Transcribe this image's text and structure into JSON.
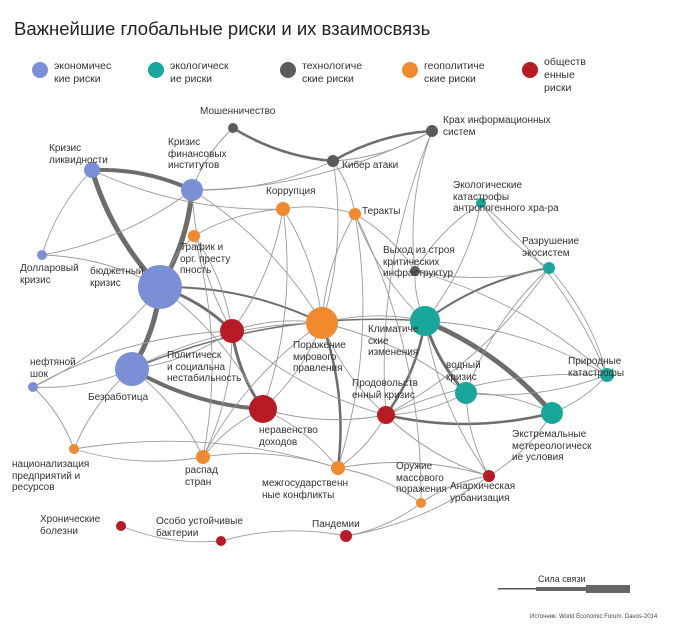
{
  "title": "Важнейшие глобальные риски и их взаимосвязь",
  "legend": [
    {
      "label": "экономичес\nкие риски",
      "color": "#7b8fd6"
    },
    {
      "label": "экологическ\nие риски",
      "color": "#1aa79b"
    },
    {
      "label": "технологиче\nские риски",
      "color": "#5b5b5b"
    },
    {
      "label": "геополитиче\nские риски",
      "color": "#f08a2c"
    },
    {
      "label": "обществ\nенные\nриски",
      "color": "#b71c25"
    }
  ],
  "nodes": [
    {
      "id": "liquidity",
      "label": "Кризис\nликвидности",
      "category": "economic",
      "size": 8
    },
    {
      "id": "finance",
      "label": "Кризис\nфинансовых\nинститутов",
      "category": "economic",
      "size": 11
    },
    {
      "id": "dollar",
      "label": "Долларовый\nкризис",
      "category": "economic",
      "size": 5
    },
    {
      "id": "budget",
      "label": "бюджетный\nкризис",
      "category": "economic",
      "size": 22
    },
    {
      "id": "oil",
      "label": "нефтяной\nшок",
      "category": "economic",
      "size": 5
    },
    {
      "id": "unemployment",
      "label": "Безработица",
      "category": "economic",
      "size": 17
    },
    {
      "id": "fraud",
      "label": "Мошенничество",
      "category": "technological",
      "size": 5
    },
    {
      "id": "infosys",
      "label": "Крах информационных\nсистем",
      "category": "technological",
      "size": 6
    },
    {
      "id": "cyber",
      "label": "Кибер атаки",
      "category": "technological",
      "size": 6
    },
    {
      "id": "infra",
      "label": "Выход из строя\nкритических\nинфраструктур",
      "category": "technological",
      "size": 5
    },
    {
      "id": "corruption",
      "label": "Коррупция",
      "category": "geopolitical",
      "size": 7
    },
    {
      "id": "terror",
      "label": "Теракты",
      "category": "geopolitical",
      "size": 6
    },
    {
      "id": "trafficking",
      "label": "Трафик и\nорг. престу\nпность",
      "category": "geopolitical",
      "size": 6
    },
    {
      "id": "governance",
      "label": "Поражение\nмирового\nправления",
      "category": "geopolitical",
      "size": 16
    },
    {
      "id": "nationalization",
      "label": "национализация\nпредприятий и\nресурсов",
      "category": "geopolitical",
      "size": 5
    },
    {
      "id": "statefail",
      "label": "распад\nстран",
      "category": "geopolitical",
      "size": 7
    },
    {
      "id": "interstate",
      "label": "межгосударственн\nные конфликты",
      "category": "geopolitical",
      "size": 7
    },
    {
      "id": "wmd",
      "label": "Оружие\nмассового\nпоражения",
      "category": "geopolitical",
      "size": 5
    },
    {
      "id": "political",
      "label": "Политическ\nи социальна\nнестабильность",
      "category": "societal",
      "size": 12
    },
    {
      "id": "inequality",
      "label": "неравенство\nдоходов",
      "category": "societal",
      "size": 14
    },
    {
      "id": "food",
      "label": "Продовольств\nенный кризис",
      "category": "societal",
      "size": 9
    },
    {
      "id": "urban",
      "label": "Анархическая\nурбанизация",
      "category": "societal",
      "size": 6
    },
    {
      "id": "chronic",
      "label": "Хронические\nболезни",
      "category": "societal",
      "size": 5
    },
    {
      "id": "resistant",
      "label": "Особо устойчивые\nбактерии",
      "category": "societal",
      "size": 5
    },
    {
      "id": "pandemic",
      "label": "Пандемии",
      "category": "societal",
      "size": 6
    },
    {
      "id": "ecocat",
      "label": "Экологические\nкатастрофы\nантропогенного хра-ра",
      "category": "environmental",
      "size": 5
    },
    {
      "id": "ecosystem",
      "label": "Разрушение\nэкосистем",
      "category": "environmental",
      "size": 6
    },
    {
      "id": "climate",
      "label": "Климатиче\nские\nизменения",
      "category": "environmental",
      "size": 15
    },
    {
      "id": "water",
      "label": "водный\nкризис",
      "category": "environmental",
      "size": 11
    },
    {
      "id": "natural",
      "label": "Природные\nкатастрофы",
      "category": "environmental",
      "size": 7
    },
    {
      "id": "extreme",
      "label": "Экстремальные\nметереологическ\nие условия",
      "category": "environmental",
      "size": 11
    }
  ],
  "connection_strength_label": "Сила связи",
  "source": "Источник: World Economic Forum. Davos-2014"
}
